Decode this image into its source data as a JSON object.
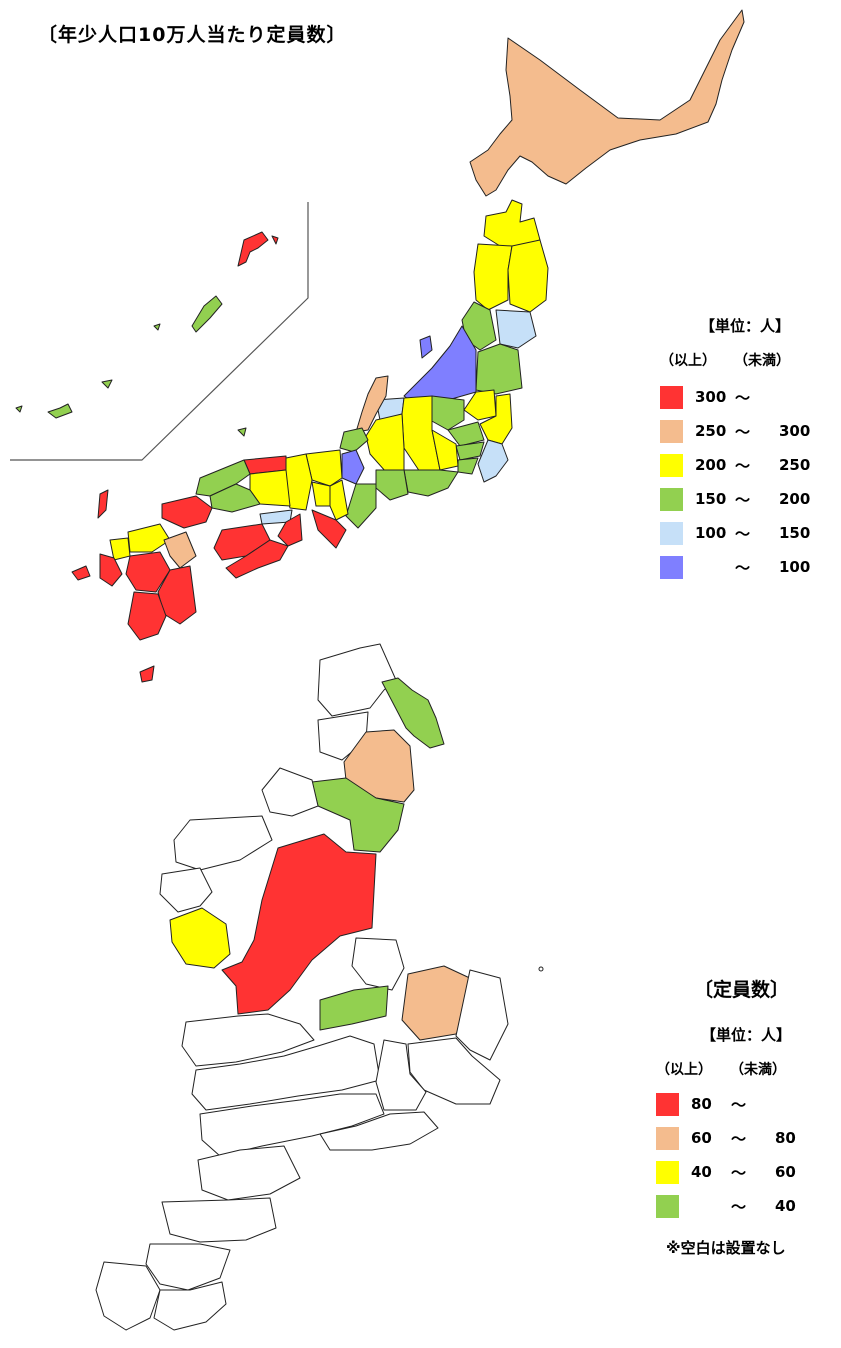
{
  "title": "〔年少人口10万人当たり定員数〕",
  "legend_top": {
    "unit": "【単位：人】",
    "col_from": "（以上）",
    "col_to": "（未満）",
    "items": [
      {
        "color": "#ff3333",
        "from": "300",
        "tilde": "〜",
        "to": ""
      },
      {
        "color": "#f4bc8e",
        "from": "250",
        "tilde": "〜",
        "to": "300"
      },
      {
        "color": "#ffff00",
        "from": "200",
        "tilde": "〜",
        "to": "250"
      },
      {
        "color": "#92d050",
        "from": "150",
        "tilde": "〜",
        "to": "200"
      },
      {
        "color": "#c6e0f8",
        "from": "100",
        "tilde": "〜",
        "to": "150"
      },
      {
        "color": "#7f7fff",
        "from": "",
        "tilde": "〜",
        "to": "100"
      }
    ]
  },
  "legend_bottom": {
    "heading": "〔定員数〕",
    "unit": "【単位：人】",
    "col_from": "（以上）",
    "col_to": "（未満）",
    "items": [
      {
        "color": "#ff3333",
        "from": "80",
        "tilde": "〜",
        "to": ""
      },
      {
        "color": "#f4bc8e",
        "from": "60",
        "tilde": "〜",
        "to": "80"
      },
      {
        "color": "#ffff00",
        "from": "40",
        "tilde": "〜",
        "to": "60"
      },
      {
        "color": "#92d050",
        "from": "",
        "tilde": "〜",
        "to": "40"
      }
    ],
    "note": "※空白は設置なし"
  }
}
